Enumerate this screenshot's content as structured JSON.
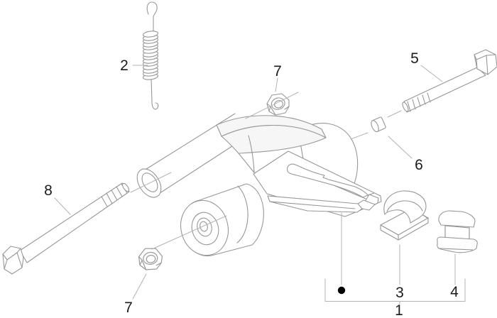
{
  "figure": {
    "kind": "exploded-parts-diagram",
    "background": "#ffffff",
    "outline_color": "#979797",
    "callout_line_color": "#b3b3b3",
    "label_color": "#1b1b1b",
    "bullet_color": "#000000",
    "callouts": {
      "c1": "1",
      "c2": "2",
      "c3": "3",
      "c4": "4",
      "c5": "5",
      "c6": "6",
      "c7_upper": "7",
      "c7_lower": "7",
      "c8": "8"
    }
  }
}
